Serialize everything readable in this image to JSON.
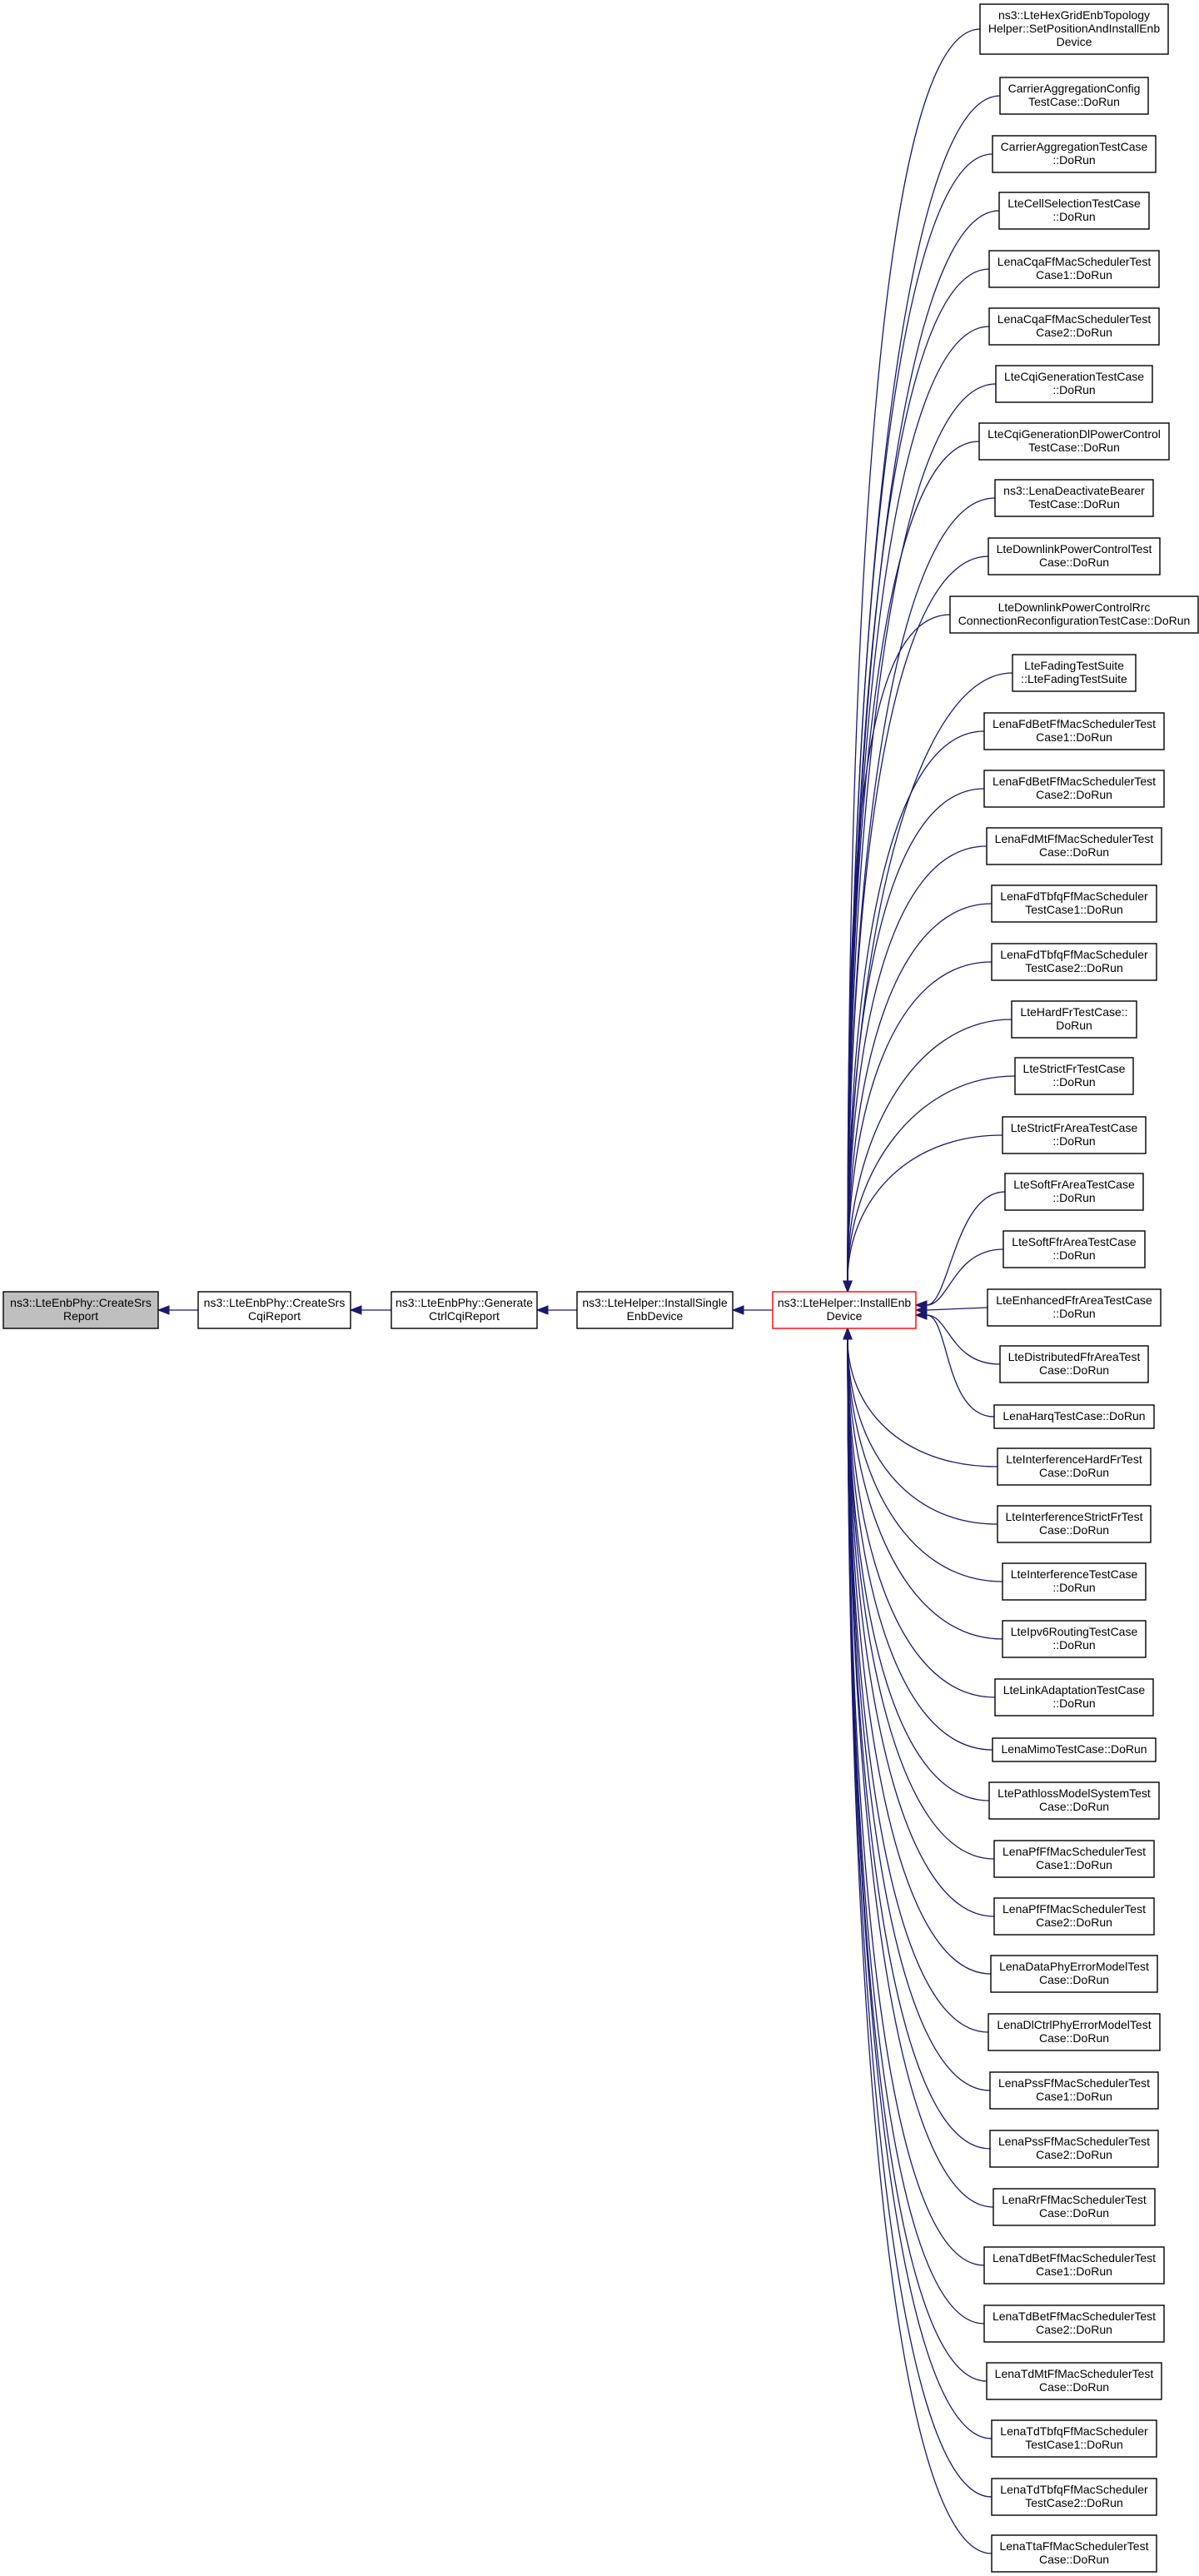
{
  "graph": {
    "chain": [
      {
        "id": "root",
        "lines": [
          "ns3::LteEnbPhy::CreateSrs",
          "Report"
        ],
        "style": "root"
      },
      {
        "id": "c1",
        "lines": [
          "ns3::LteEnbPhy::CreateSrs",
          "CqiReport"
        ],
        "style": "normal"
      },
      {
        "id": "c2",
        "lines": [
          "ns3::LteEnbPhy::Generate",
          "CtrlCqiReport"
        ],
        "style": "normal"
      },
      {
        "id": "c3",
        "lines": [
          "ns3::LteHelper::InstallSingle",
          "EnbDevice"
        ],
        "style": "normal"
      },
      {
        "id": "hub",
        "lines": [
          "ns3::LteHelper::InstallEnb",
          "Device"
        ],
        "style": "highlight"
      }
    ],
    "callers": [
      {
        "lines": [
          "ns3::LteHexGridEnbTopology",
          "Helper::SetPositionAndInstallEnb",
          "Device"
        ]
      },
      {
        "lines": [
          "CarrierAggregationConfig",
          "TestCase::DoRun"
        ]
      },
      {
        "lines": [
          "CarrierAggregationTestCase",
          "::DoRun"
        ]
      },
      {
        "lines": [
          "LteCellSelectionTestCase",
          "::DoRun"
        ]
      },
      {
        "lines": [
          "LenaCqaFfMacSchedulerTest",
          "Case1::DoRun"
        ]
      },
      {
        "lines": [
          "LenaCqaFfMacSchedulerTest",
          "Case2::DoRun"
        ]
      },
      {
        "lines": [
          "LteCqiGenerationTestCase",
          "::DoRun"
        ]
      },
      {
        "lines": [
          "LteCqiGenerationDlPowerControl",
          "TestCase::DoRun"
        ]
      },
      {
        "lines": [
          "ns3::LenaDeactivateBearer",
          "TestCase::DoRun"
        ]
      },
      {
        "lines": [
          "LteDownlinkPowerControlTest",
          "Case::DoRun"
        ]
      },
      {
        "lines": [
          "LteDownlinkPowerControlRrc",
          "ConnectionReconfigurationTestCase::DoRun"
        ]
      },
      {
        "lines": [
          "LteFadingTestSuite",
          "::LteFadingTestSuite"
        ]
      },
      {
        "lines": [
          "LenaFdBetFfMacSchedulerTest",
          "Case1::DoRun"
        ]
      },
      {
        "lines": [
          "LenaFdBetFfMacSchedulerTest",
          "Case2::DoRun"
        ]
      },
      {
        "lines": [
          "LenaFdMtFfMacSchedulerTest",
          "Case::DoRun"
        ]
      },
      {
        "lines": [
          "LenaFdTbfqFfMacScheduler",
          "TestCase1::DoRun"
        ]
      },
      {
        "lines": [
          "LenaFdTbfqFfMacScheduler",
          "TestCase2::DoRun"
        ]
      },
      {
        "lines": [
          "LteHardFrTestCase::",
          "DoRun"
        ]
      },
      {
        "lines": [
          "LteStrictFrTestCase",
          "::DoRun"
        ]
      },
      {
        "lines": [
          "LteStrictFrAreaTestCase",
          "::DoRun"
        ]
      },
      {
        "lines": [
          "LteSoftFrAreaTestCase",
          "::DoRun"
        ]
      },
      {
        "lines": [
          "LteSoftFfrAreaTestCase",
          "::DoRun"
        ]
      },
      {
        "lines": [
          "LteEnhancedFfrAreaTestCase",
          "::DoRun"
        ]
      },
      {
        "lines": [
          "LteDistributedFfrAreaTest",
          "Case::DoRun"
        ]
      },
      {
        "lines": [
          "LenaHarqTestCase::DoRun"
        ]
      },
      {
        "lines": [
          "LteInterferenceHardFrTest",
          "Case::DoRun"
        ]
      },
      {
        "lines": [
          "LteInterferenceStrictFrTest",
          "Case::DoRun"
        ]
      },
      {
        "lines": [
          "LteInterferenceTestCase",
          "::DoRun"
        ]
      },
      {
        "lines": [
          "LteIpv6RoutingTestCase",
          "::DoRun"
        ]
      },
      {
        "lines": [
          "LteLinkAdaptationTestCase",
          "::DoRun"
        ]
      },
      {
        "lines": [
          "LenaMimoTestCase::DoRun"
        ]
      },
      {
        "lines": [
          "LtePathlossModelSystemTest",
          "Case::DoRun"
        ]
      },
      {
        "lines": [
          "LenaPfFfMacSchedulerTest",
          "Case1::DoRun"
        ]
      },
      {
        "lines": [
          "LenaPfFfMacSchedulerTest",
          "Case2::DoRun"
        ]
      },
      {
        "lines": [
          "LenaDataPhyErrorModelTest",
          "Case::DoRun"
        ]
      },
      {
        "lines": [
          "LenaDlCtrlPhyErrorModelTest",
          "Case::DoRun"
        ]
      },
      {
        "lines": [
          "LenaPssFfMacSchedulerTest",
          "Case1::DoRun"
        ]
      },
      {
        "lines": [
          "LenaPssFfMacSchedulerTest",
          "Case2::DoRun"
        ]
      },
      {
        "lines": [
          "LenaRrFfMacSchedulerTest",
          "Case::DoRun"
        ]
      },
      {
        "lines": [
          "LenaTdBetFfMacSchedulerTest",
          "Case1::DoRun"
        ]
      },
      {
        "lines": [
          "LenaTdBetFfMacSchedulerTest",
          "Case2::DoRun"
        ]
      },
      {
        "lines": [
          "LenaTdMtFfMacSchedulerTest",
          "Case::DoRun"
        ]
      },
      {
        "lines": [
          "LenaTdTbfqFfMacScheduler",
          "TestCase1::DoRun"
        ]
      },
      {
        "lines": [
          "LenaTdTbfqFfMacScheduler",
          "TestCase2::DoRun"
        ]
      },
      {
        "lines": [
          "LenaTtaFfMacSchedulerTest",
          "Case::DoRun"
        ]
      }
    ]
  },
  "colors": {
    "edge": "#191970",
    "root_fill": "#bfbfbf",
    "highlight_border": "#ff0000",
    "node_border": "#000000",
    "background": "#ffffff"
  }
}
